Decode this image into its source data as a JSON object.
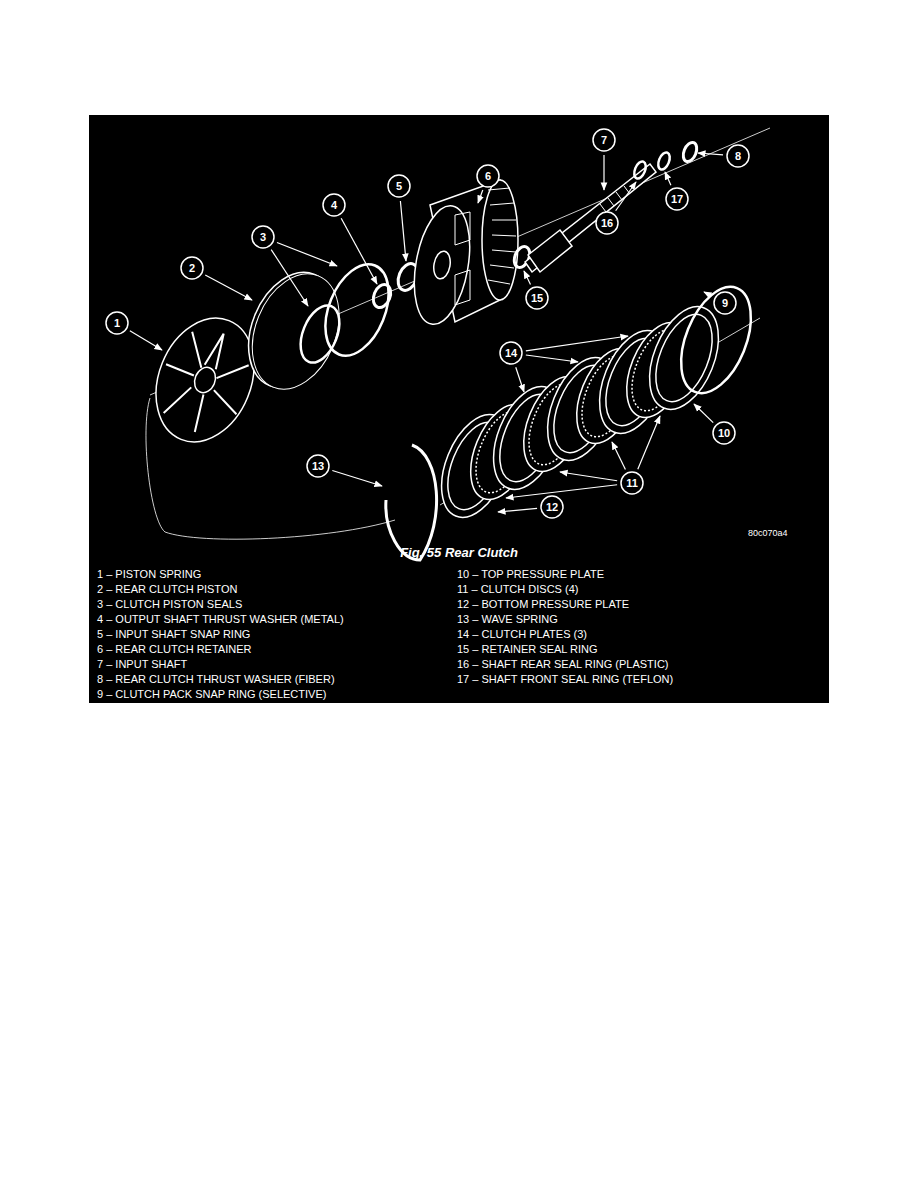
{
  "diagram": {
    "caption": "Fig. 55 Rear Clutch",
    "nodes": [
      {
        "text": [
          "1"
        ]
      },
      {
        "text": [
          "2"
        ]
      },
      {
        "text": [
          "3"
        ]
      },
      {
        "text": [
          "4"
        ]
      },
      {
        "text": [
          "5"
        ]
      },
      {
        "text": [
          "6"
        ]
      },
      {
        "text": [
          "7"
        ]
      },
      {
        "text": [
          "8"
        ]
      },
      {
        "text": [
          "9"
        ]
      },
      {
        "text": [
          "10"
        ]
      },
      {
        "text": [
          "11"
        ]
      },
      {
        "text": [
          "12"
        ]
      },
      {
        "text": [
          "13"
        ]
      },
      {
        "text": [
          "14"
        ]
      },
      {
        "text": [
          "15"
        ]
      },
      {
        "text": [
          "16"
        ]
      },
      {
        "text": [
          "17"
        ]
      }
    ],
    "edges": [],
    "labels": [
      "80c070a4",
      "1 – PISTON SPRING",
      "2 – REAR CLUTCH PISTON",
      "3 – CLUTCH PISTON SEALS",
      "4 – OUTPUT SHAFT THRUST WASHER (METAL)",
      "5 – INPUT SHAFT SNAP RING",
      "6 – REAR CLUTCH RETAINER",
      "7 – INPUT SHAFT",
      "8 – REAR CLUTCH THRUST WASHER (FIBER)",
      "9 – CLUTCH PACK SNAP RING (SELECTIVE)",
      "10 – TOP PRESSURE PLATE",
      "11 – CLUTCH DISCS (4)",
      "12 – BOTTOM PRESSURE PLATE",
      "13 – WAVE SPRING",
      "14 – CLUTCH PLATES (3)",
      "15 – RETAINER SEAL RING",
      "16 – SHAFT REAR SEAL RING (PLASTIC)",
      "17 – SHAFT FRONT SEAL RING (TEFLON)"
    ]
  }
}
